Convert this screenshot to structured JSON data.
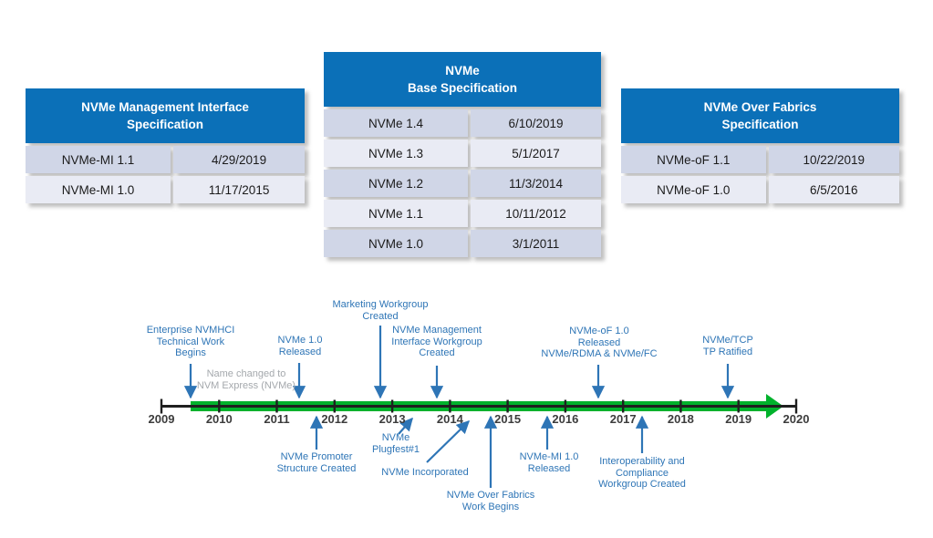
{
  "tables": {
    "mi": {
      "title": "NVMe Management Interface\nSpecification",
      "rows": [
        [
          "NVMe-MI 1.1",
          "4/29/2019"
        ],
        [
          "NVMe-MI 1.0",
          "11/17/2015"
        ]
      ]
    },
    "base": {
      "title": "NVMe\nBase Specification",
      "rows": [
        [
          "NVMe 1.4",
          "6/10/2019"
        ],
        [
          "NVMe 1.3",
          "5/1/2017"
        ],
        [
          "NVMe 1.2",
          "11/3/2014"
        ],
        [
          "NVMe 1.1",
          "10/11/2012"
        ],
        [
          "NVMe 1.0",
          "3/1/2011"
        ]
      ]
    },
    "fabrics": {
      "title": "NVMe Over Fabrics\nSpecification",
      "rows": [
        [
          "NVMe-oF 1.1",
          "10/22/2019"
        ],
        [
          "NVMe-oF 1.0",
          "6/5/2016"
        ]
      ]
    }
  },
  "timeline": {
    "years": [
      "2009",
      "2010",
      "2011",
      "2012",
      "2013",
      "2014",
      "2015",
      "2016",
      "2017",
      "2018",
      "2019",
      "2020"
    ],
    "note": {
      "label": "Name changed to\nNVM Express (NVMe)",
      "year": 2010.5
    },
    "events_above": [
      {
        "label": "Enterprise NVMHCI\nTechnical Work\nBegins",
        "year": 2009.5
      },
      {
        "label": "NVMe 1.0\nReleased",
        "year": 2011.4
      },
      {
        "label": "Marketing Workgroup\nCreated",
        "year": 2012.8
      },
      {
        "label": "NVMe Management\nInterface Workgroup\nCreated",
        "year": 2013.8
      },
      {
        "label": "NVMe-oF 1.0\nReleased\nNVMe/RDMA & NVMe/FC",
        "year": 2016.6
      },
      {
        "label": "NVMe/TCP\nTP Ratified",
        "year": 2018.8
      }
    ],
    "events_below": [
      {
        "label": "NVMe Promoter\nStructure Created",
        "year": 2011.7
      },
      {
        "label": "NVMe\nPlugfest#1",
        "year": 2013.4
      },
      {
        "label": "NVMe Incorporated",
        "year": 2014.3
      },
      {
        "label": "NVMe Over Fabrics\nWork Begins",
        "year": 2014.7
      },
      {
        "label": "NVMe-MI 1.0\nReleased",
        "year": 2015.7
      },
      {
        "label": "Interoperability and\nCompliance\nWorkgroup Created",
        "year": 2017.3
      }
    ],
    "colors": {
      "header_blue": "#0b70b8",
      "row_dark": "#d0d6e7",
      "row_light": "#e9ebf4",
      "annotation_blue": "#2e75b6",
      "note_gray": "#a4a8ac",
      "arrow_green": "#00b22c",
      "axis_black": "#1f1f1f"
    }
  }
}
